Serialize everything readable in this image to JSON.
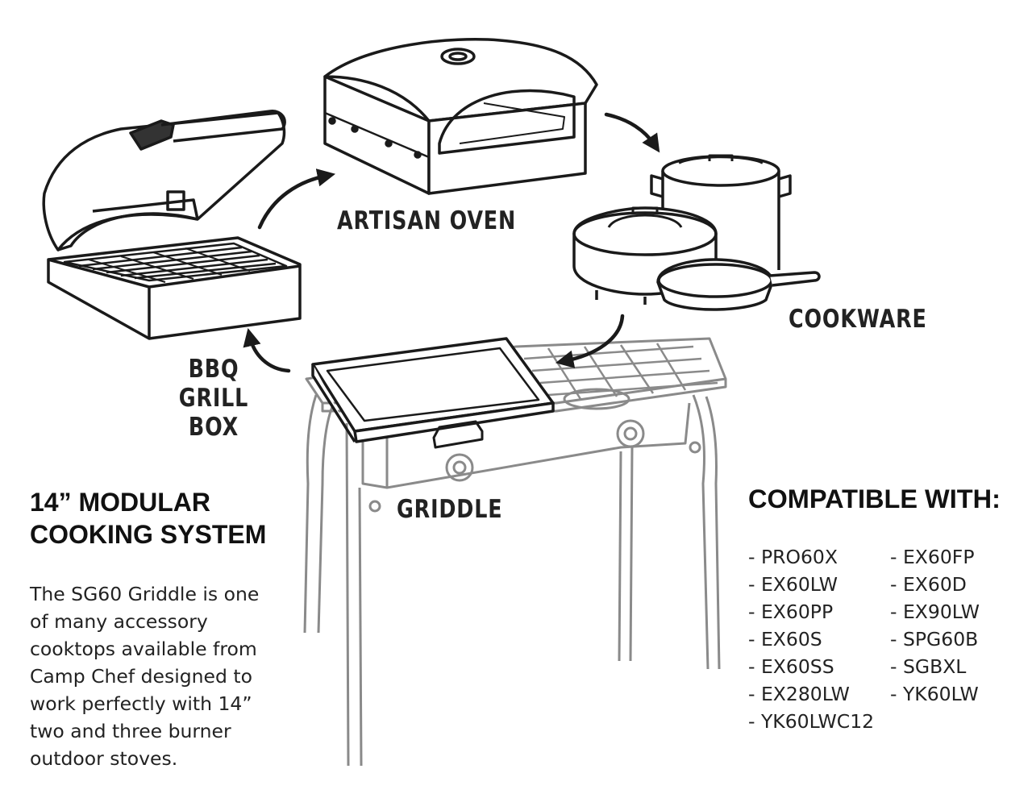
{
  "labels": {
    "artisan_oven": "ARTISAN OVEN",
    "cookware": "COOKWARE",
    "bbq_line1": "BBQ",
    "bbq_line2": "GRILL BOX",
    "griddle": "GRIDDLE"
  },
  "system": {
    "title_line1": "14” MODULAR",
    "title_line2": "COOKING SYSTEM",
    "description": "The SG60 Griddle is one of many accessory cooktops available from Camp Chef designed to work perfectly with 14” two and three burner outdoor stoves."
  },
  "compatible": {
    "title": "COMPATIBLE WITH:",
    "column1": [
      "- PRO60X",
      "- EX60LW",
      "- EX60PP",
      "- EX60S",
      "- EX60SS",
      "- EX280LW",
      "- YK60LWC12"
    ],
    "column2": [
      "- EX60FP",
      "- EX60D",
      "- EX90LW",
      "- SPG60B",
      "- SGBXL",
      "- YK60LW"
    ]
  },
  "colors": {
    "line_art": "#1a1a1a",
    "faded_stove": "#8a8a8a",
    "text": "#111111"
  }
}
